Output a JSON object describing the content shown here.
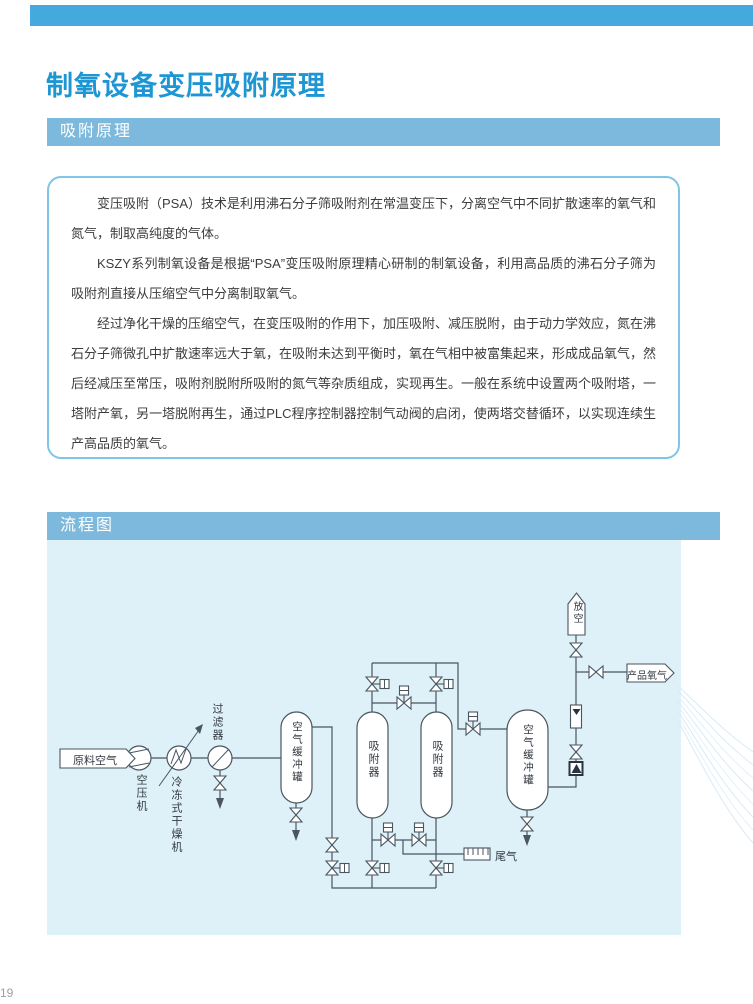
{
  "page": {
    "title": "制氧设备变压吸附原理",
    "page_number": "19",
    "colors": {
      "accent": "#1e96d3",
      "accent2": "#45a9dd",
      "sectionbar": "#7cb9dc",
      "boxborder": "#7ec5e8",
      "diagrambg": "#def0f8",
      "line": "#4a5560"
    }
  },
  "sections": {
    "adsorption": {
      "heading": "吸附原理",
      "paragraphs": [
        "变压吸附（PSA）技术是利用沸石分子筛吸附剂在常温变压下，分离空气中不同扩散速率的氧气和氮气，制取高纯度的气体。",
        "KSZY系列制氧设备是根据“PSA”变压吸附原理精心研制的制氧设备，利用高品质的沸石分子筛为吸附剂直接从压缩空气中分离制取氧气。",
        "经过净化干燥的压缩空气，在变压吸附的作用下，加压吸附、减压脱附，由于动力学效应，氮在沸石分子筛微孔中扩散速率远大于氧，在吸附未达到平衡时，氧在气相中被富集起来，形成成品氧气，然后经减压至常压，吸附剂脱附所吸附的氮气等杂质组成，实现再生。一般在系统中设置两个吸附塔，一塔附产氧，另一塔脱附再生，通过PLC程序控制器控制气动阀的启闭，使两塔交替循环，以实现连续生产高品质的氧气。"
      ]
    },
    "flowchart": {
      "heading": "流程图",
      "labels": {
        "raw_air": "原料空气",
        "compressor": "空压机",
        "dryer": "冷冻式干燥机",
        "filter": "过滤器",
        "buffer_tank_1": "空气缓冲罐",
        "adsorber_1": "吸附器",
        "adsorber_2": "吸附器",
        "buffer_tank_2": "空气缓冲罐",
        "vent": "放空",
        "product_oxygen": "产品氧气",
        "tail_gas": "尾气"
      }
    }
  }
}
